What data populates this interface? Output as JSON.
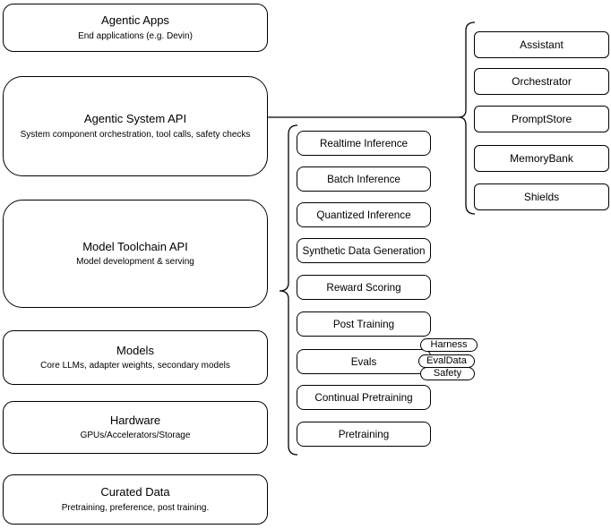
{
  "diagram": {
    "background": "#ffffff",
    "stroke_color": "#000000",
    "stack": [
      {
        "id": "agentic-apps",
        "title": "Agentic Apps",
        "subtitle": "End applications (e.g. Devin)"
      },
      {
        "id": "agentic-system-api",
        "title": "Agentic System API",
        "subtitle": "System component orchestration, tool calls, safety checks"
      },
      {
        "id": "model-toolchain-api",
        "title": "Model Toolchain API",
        "subtitle": "Model development & serving"
      },
      {
        "id": "models",
        "title": "Models",
        "subtitle": "Core LLMs, adapter weights, secondary models"
      },
      {
        "id": "hardware",
        "title": "Hardware",
        "subtitle": "GPUs/Accelerators/Storage"
      },
      {
        "id": "curated-data",
        "title": "Curated Data",
        "subtitle": "Pretraining, preference, post training."
      }
    ],
    "toolchain_items": [
      "Realtime Inference",
      "Batch Inference",
      "Quantized Inference",
      "Synthetic Data Generation",
      "Reward Scoring",
      "Post Training",
      "Evals",
      "Continual Pretraining",
      "Pretraining"
    ],
    "eval_tags": [
      "Harness",
      "EvalData",
      "Safety"
    ],
    "system_components": [
      "Assistant",
      "Orchestrator",
      "PromptStore",
      "MemoryBank",
      "Shields"
    ]
  }
}
